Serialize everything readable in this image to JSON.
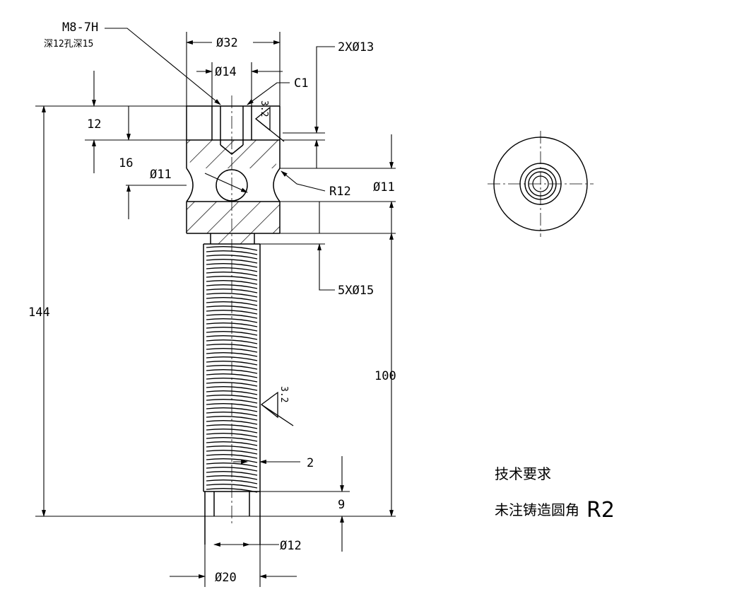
{
  "labels": {
    "thread_callout": "M8-7H",
    "thread_depth": "深12孔深15",
    "dia_top": "Ø32",
    "dia_counterbore": "Ø14",
    "chamfer": "C1",
    "holes_2x": "2XØ13",
    "dim_12": "12",
    "dim_16": "16",
    "dia_cross_left": "Ø11",
    "radius": "R12",
    "dia_cross_right": "Ø11",
    "holes_5x": "5XØ15",
    "dim_144": "144",
    "dim_100": "100",
    "roughness_top": "3.2",
    "roughness_mid": "3.2",
    "dim_2": "2",
    "dim_9": "9",
    "dia_pin": "Ø12",
    "dia_bottom": "Ø20"
  },
  "tech_requirements": {
    "heading": "技术要求",
    "line1": "未注铸造圆角",
    "line1_value": "R2"
  }
}
